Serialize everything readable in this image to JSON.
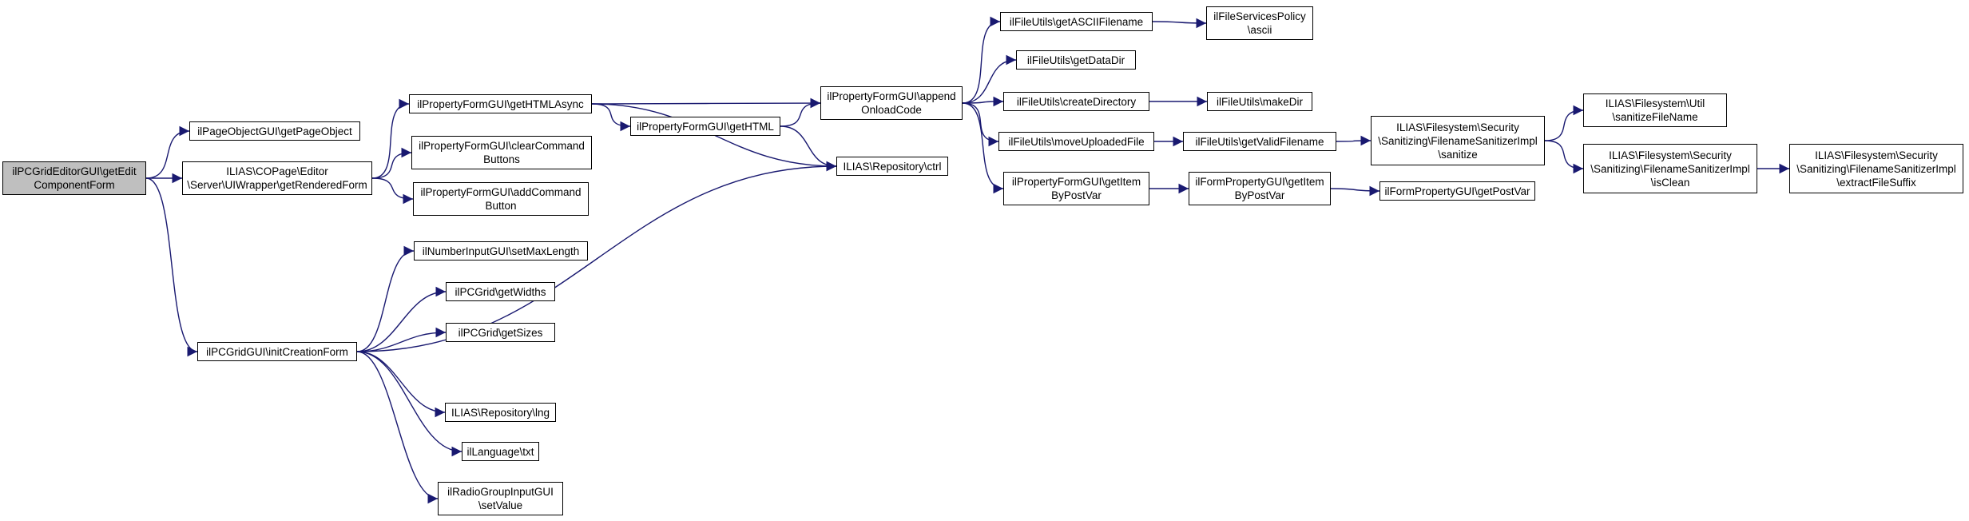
{
  "colors": {
    "edge": "#191970",
    "root_fill": "#bfbfbf",
    "node_fill": "#ffffff",
    "border": "#000000"
  },
  "nodes": [
    {
      "id": "n0",
      "label": "ilPCGridEditorGUI\\getEdit\nComponentForm",
      "root": true
    },
    {
      "id": "n1",
      "label": "ilPageObjectGUI\\getPageObject"
    },
    {
      "id": "n2",
      "label": "ILIAS\\COPage\\Editor\n\\Server\\UIWrapper\\getRenderedForm"
    },
    {
      "id": "n3",
      "label": "ilPCGridGUI\\initCreationForm"
    },
    {
      "id": "n4",
      "label": "ilPropertyFormGUI\\getHTMLAsync"
    },
    {
      "id": "n5",
      "label": "ilPropertyFormGUI\\clearCommand\nButtons"
    },
    {
      "id": "n6",
      "label": "ilPropertyFormGUI\\addCommand\nButton"
    },
    {
      "id": "n7",
      "label": "ilNumberInputGUI\\setMaxLength"
    },
    {
      "id": "n8",
      "label": "ilPCGrid\\getWidths"
    },
    {
      "id": "n9",
      "label": "ilPCGrid\\getSizes"
    },
    {
      "id": "n10",
      "label": "ILIAS\\Repository\\lng"
    },
    {
      "id": "n11",
      "label": "ilLanguage\\txt"
    },
    {
      "id": "n12",
      "label": "ilRadioGroupInputGUI\n\\setValue"
    },
    {
      "id": "n13",
      "label": "ilPropertyFormGUI\\getHTML"
    },
    {
      "id": "n14",
      "label": "ilPropertyFormGUI\\append\nOnloadCode"
    },
    {
      "id": "n15",
      "label": "ILIAS\\Repository\\ctrl"
    },
    {
      "id": "n16",
      "label": "ilFileUtils\\getASCIIFilename"
    },
    {
      "id": "n17",
      "label": "ilFileUtils\\getDataDir"
    },
    {
      "id": "n18",
      "label": "ilFileUtils\\createDirectory"
    },
    {
      "id": "n19",
      "label": "ilFileUtils\\moveUploadedFile"
    },
    {
      "id": "n20",
      "label": "ilPropertyFormGUI\\getItem\nByPostVar"
    },
    {
      "id": "n21",
      "label": "ilFileServicesPolicy\n\\ascii"
    },
    {
      "id": "n22",
      "label": "ilFileUtils\\makeDir"
    },
    {
      "id": "n23",
      "label": "ilFileUtils\\getValidFilename"
    },
    {
      "id": "n24",
      "label": "ilFormPropertyGUI\\getItem\nByPostVar"
    },
    {
      "id": "n25",
      "label": "ILIAS\\Filesystem\\Security\n\\Sanitizing\\FilenameSanitizerImpl\n\\sanitize"
    },
    {
      "id": "n26",
      "label": "ilFormPropertyGUI\\getPostVar"
    },
    {
      "id": "n27",
      "label": "ILIAS\\Filesystem\\Util\n\\sanitizeFileName"
    },
    {
      "id": "n28",
      "label": "ILIAS\\Filesystem\\Security\n\\Sanitizing\\FilenameSanitizerImpl\n\\isClean"
    },
    {
      "id": "n29",
      "label": "ILIAS\\Filesystem\\Security\n\\Sanitizing\\FilenameSanitizerImpl\n\\extractFileSuffix"
    }
  ],
  "edges": [
    [
      "n0",
      "n1"
    ],
    [
      "n0",
      "n2"
    ],
    [
      "n0",
      "n3"
    ],
    [
      "n2",
      "n4"
    ],
    [
      "n2",
      "n5"
    ],
    [
      "n2",
      "n6"
    ],
    [
      "n3",
      "n7"
    ],
    [
      "n3",
      "n8"
    ],
    [
      "n3",
      "n9"
    ],
    [
      "n3",
      "n15"
    ],
    [
      "n3",
      "n10"
    ],
    [
      "n3",
      "n11"
    ],
    [
      "n3",
      "n12"
    ],
    [
      "n4",
      "n14"
    ],
    [
      "n4",
      "n13"
    ],
    [
      "n4",
      "n15"
    ],
    [
      "n13",
      "n14"
    ],
    [
      "n13",
      "n15"
    ],
    [
      "n14",
      "n16"
    ],
    [
      "n14",
      "n17"
    ],
    [
      "n14",
      "n18"
    ],
    [
      "n14",
      "n19"
    ],
    [
      "n14",
      "n20"
    ],
    [
      "n16",
      "n21"
    ],
    [
      "n18",
      "n22"
    ],
    [
      "n19",
      "n23"
    ],
    [
      "n23",
      "n25"
    ],
    [
      "n20",
      "n24"
    ],
    [
      "n24",
      "n26"
    ],
    [
      "n25",
      "n27"
    ],
    [
      "n25",
      "n28"
    ],
    [
      "n28",
      "n29"
    ]
  ]
}
